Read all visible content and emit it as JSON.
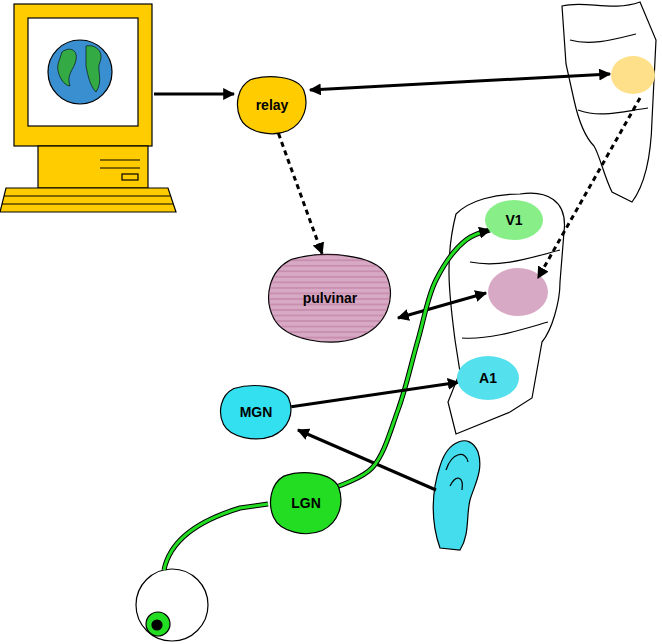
{
  "diagram": {
    "nodes": [
      {
        "text": [
          "relay"
        ]
      },
      {
        "text": [
          "V1"
        ]
      },
      {
        "text": [
          "pulvinar"
        ]
      },
      {
        "text": [
          "A1"
        ]
      },
      {
        "text": [
          "MGN"
        ]
      },
      {
        "text": [
          "LGN"
        ]
      }
    ],
    "edges": [
      {
        "from": 0,
        "to": 2,
        "arrow": "to"
      },
      {
        "from": 5,
        "to": 1,
        "arrow": "to"
      },
      {
        "from": 4,
        "to": 3,
        "arrow": "to"
      }
    ]
  }
}
